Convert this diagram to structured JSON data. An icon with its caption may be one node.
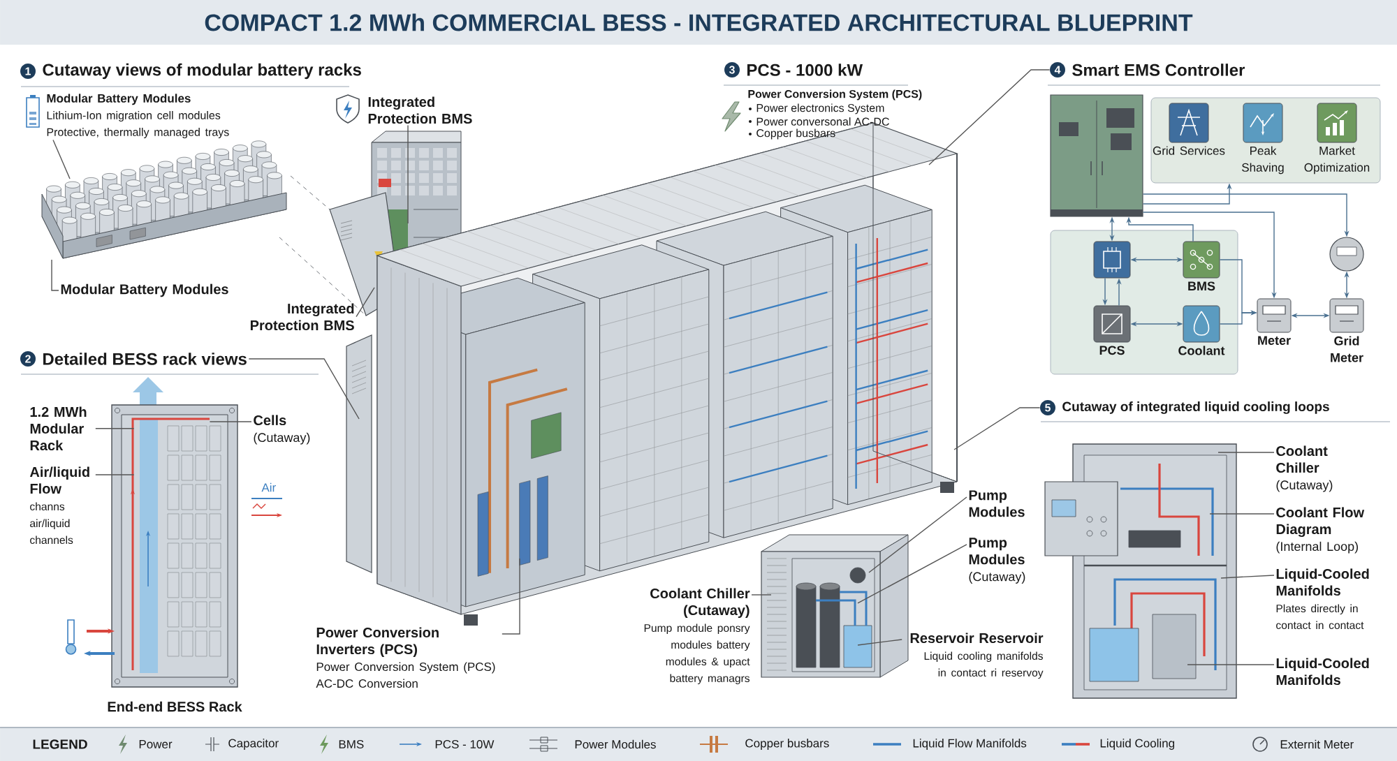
{
  "diagram": {
    "title": "COMPACT 1.2 MWh COMMERCIAL BESS - INTEGRATED ARCHITECTURAL BLUEPRINT",
    "nodes": [
      {
        "text": [],
        "shape": "picture"
      },
      {
        "text": [],
        "shape": "box"
      },
      {
        "text": [
          "Grid Services"
        ],
        "in": 1
      },
      {
        "text": [
          "Peak Shaving"
        ],
        "in": 1
      },
      {
        "text": [
          "Market Optimization"
        ],
        "in": 1
      },
      {
        "text": [],
        "shape": "box"
      },
      {
        "text": [],
        "shape": "box",
        "in": 5
      },
      {
        "text": [
          "BMS"
        ],
        "in": 5
      },
      {
        "text": [
          "PCS"
        ],
        "in": 5
      },
      {
        "text": [
          "Coolant"
        ],
        "in": 5
      },
      {
        "text": [
          "Meter"
        ]
      },
      {
        "text": [],
        "shape": "circle"
      },
      {
        "text": [
          "Grid Meter"
        ]
      },
      {
        "text": [
          "Modular Battery Modules",
          "Lithium-Ion migration cell modules",
          "Protective, thermally managed trays"
        ]
      },
      {
        "text": [
          "Modular Battery Modules"
        ]
      },
      {
        "text": [
          "Integrated Protection BMS"
        ]
      },
      {
        "text": [
          "Integrated Protection BMS"
        ]
      },
      {
        "text": [
          "1.2 MWh Modular Rack"
        ]
      },
      {
        "text": [
          "Air/liquid Flow",
          "channs air/liquid channels"
        ]
      },
      {
        "text": [
          "Cells",
          "(Cutaway)"
        ]
      },
      {
        "text": [
          "Power Conversion Inverters (PCS)",
          "Power Conversion System (PCS) AC-DC Conversion"
        ]
      },
      {
        "text": [
          "Coolant Chiller (Cutaway)",
          "Pump module ponsry modules battery modules & upact battery managrs"
        ]
      },
      {
        "text": [
          "Pump Modules"
        ]
      },
      {
        "text": [
          "Pump Modules",
          "(Cutaway)"
        ]
      },
      {
        "text": [
          "Reservoir Reservoir",
          "Liquid cooling manifolds in contact ri reservoy"
        ]
      },
      {
        "text": [
          "Coolant Chiller",
          "(Cutaway)"
        ]
      },
      {
        "text": [
          "Coolant Flow Diagram",
          "(Internal Loop)"
        ]
      },
      {
        "text": [
          "Liquid-Cooled Manifolds",
          "Plates directly in contact in contact"
        ]
      },
      {
        "text": [
          "Liquid-Cooled Manifolds"
        ]
      },
      {
        "text": [],
        "shape": "picture"
      },
      {
        "text": [],
        "shape": "picture"
      },
      {
        "text": [],
        "shape": "picture"
      },
      {
        "text": [],
        "shape": "picture"
      },
      {
        "text": [],
        "shape": "picture"
      },
      {
        "text": [],
        "shape": "picture"
      },
      {
        "text": [
          "2",
          "Detailed BESS rack views"
        ]
      },
      {
        "text": [
          "4",
          "Smart EMS Controller"
        ]
      },
      {
        "text": [
          "5",
          "Cutaway of integrated liquid cooling loops"
        ]
      },
      {
        "text": [
          "1",
          "Cutaway views of modular battery racks"
        ]
      },
      {
        "text": [
          "3",
          "PCS - 1000 kW"
        ]
      }
    ],
    "edges": [
      {
        "from": 0,
        "to": 6,
        "arrow": "both",
        "color": "#4a7090"
      },
      {
        "from": 6,
        "to": 8,
        "arrow": "to",
        "color": "#4a7090"
      },
      {
        "from": 8,
        "to": 6,
        "arrow": "to",
        "color": "#4a7090"
      },
      {
        "from": 6,
        "to": 7,
        "arrow": "both",
        "color": "#4a7090"
      },
      {
        "from": 8,
        "to": 9,
        "arrow": "both",
        "color": "#4a7090"
      },
      {
        "from": 0,
        "to": 1,
        "arrow": "to",
        "color": "#4a7090"
      },
      {
        "from": 7,
        "to": 0,
        "arrow": "to",
        "color": "#4a7090"
      },
      {
        "from": 0,
        "to": 10,
        "arrow": "to",
        "color": "#4a7090"
      },
      {
        "from": 0,
        "to": 11,
        "arrow": "to",
        "color": "#4a7090"
      },
      {
        "from": 7,
        "to": 10,
        "arrow": "to",
        "color": "#4a7090"
      },
      {
        "from": 9,
        "to": 10,
        "arrow": "to",
        "color": "#4a7090"
      },
      {
        "from": 10,
        "to": 12,
        "arrow": "both",
        "color": "#4a7090"
      },
      {
        "from": 11,
        "to": 12,
        "arrow": "both",
        "color": "#4a7090"
      },
      {
        "from": 13,
        "to": 29,
        "arrow": "none"
      },
      {
        "from": 14,
        "to": 29,
        "arrow": "none"
      },
      {
        "from": 15,
        "to": 30,
        "arrow": "none"
      },
      {
        "from": 16,
        "to": 30,
        "arrow": "none"
      },
      {
        "from": 17,
        "to": 31,
        "arrow": "none"
      },
      {
        "from": 18,
        "to": 31,
        "arrow": "none"
      },
      {
        "from": 19,
        "to": 31,
        "arrow": "none"
      },
      {
        "from": 20,
        "to": 32,
        "arrow": "none"
      },
      {
        "from": 21,
        "to": 33,
        "arrow": "none"
      },
      {
        "from": 22,
        "to": 33,
        "arrow": "none"
      },
      {
        "from": 23,
        "to": 33,
        "arrow": "none"
      },
      {
        "from": 24,
        "to": 33,
        "arrow": "none"
      },
      {
        "from": 25,
        "to": 34,
        "arrow": "none"
      },
      {
        "from": 26,
        "to": 34,
        "arrow": "none"
      },
      {
        "from": 27,
        "to": 34,
        "arrow": "none"
      },
      {
        "from": 28,
        "to": 34,
        "arrow": "none"
      },
      {
        "from": 35,
        "to": 32,
        "arrow": "none"
      },
      {
        "from": 36,
        "to": 32,
        "arrow": "none"
      },
      {
        "from": 37,
        "to": 32,
        "arrow": "none"
      }
    ],
    "labels": [
      "Power Conversion System (PCS)",
      "Power electronics System",
      "Power conversonal AC-DC",
      "Copper busbars",
      "Air",
      "End-end BESS Rack",
      "LEGEND"
    ],
    "legend": [
      {
        "text": "Power"
      },
      {
        "text": "Capacitor"
      },
      {
        "text": "BMS"
      },
      {
        "text": "PCS - 10W"
      },
      {
        "text": "Power Modules"
      },
      {
        "text": "Copper busbars"
      },
      {
        "text": "Liquid Flow Manifolds"
      },
      {
        "text": "Liquid Cooling"
      },
      {
        "text": "Externit Meter"
      }
    ]
  }
}
